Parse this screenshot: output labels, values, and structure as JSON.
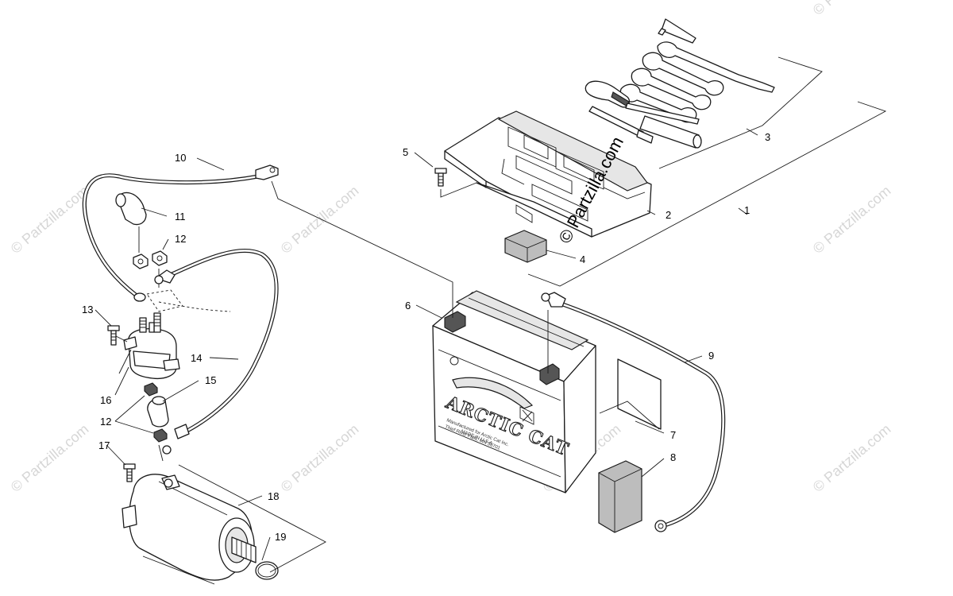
{
  "watermark": {
    "faint": "© Partzilla.com",
    "main": "© Partzilla.com"
  },
  "battery": {
    "brand": "ARCTIC CAT",
    "label_line1": "Manufactured for Arctic Cat Inc.",
    "label_line2": "Thief River Falls, MN 56701",
    "label_line3": "MADE IN U.S.A."
  },
  "callouts": {
    "c1": "1",
    "c2": "2",
    "c3": "3",
    "c4": "4",
    "c5": "5",
    "c6": "6",
    "c7": "7",
    "c8": "8",
    "c9": "9",
    "c10": "10",
    "c11": "11",
    "c12a": "12",
    "c12b": "12",
    "c13": "13",
    "c14": "14",
    "c15": "15",
    "c16": "16",
    "c17": "17",
    "c18": "18",
    "c19": "19"
  }
}
